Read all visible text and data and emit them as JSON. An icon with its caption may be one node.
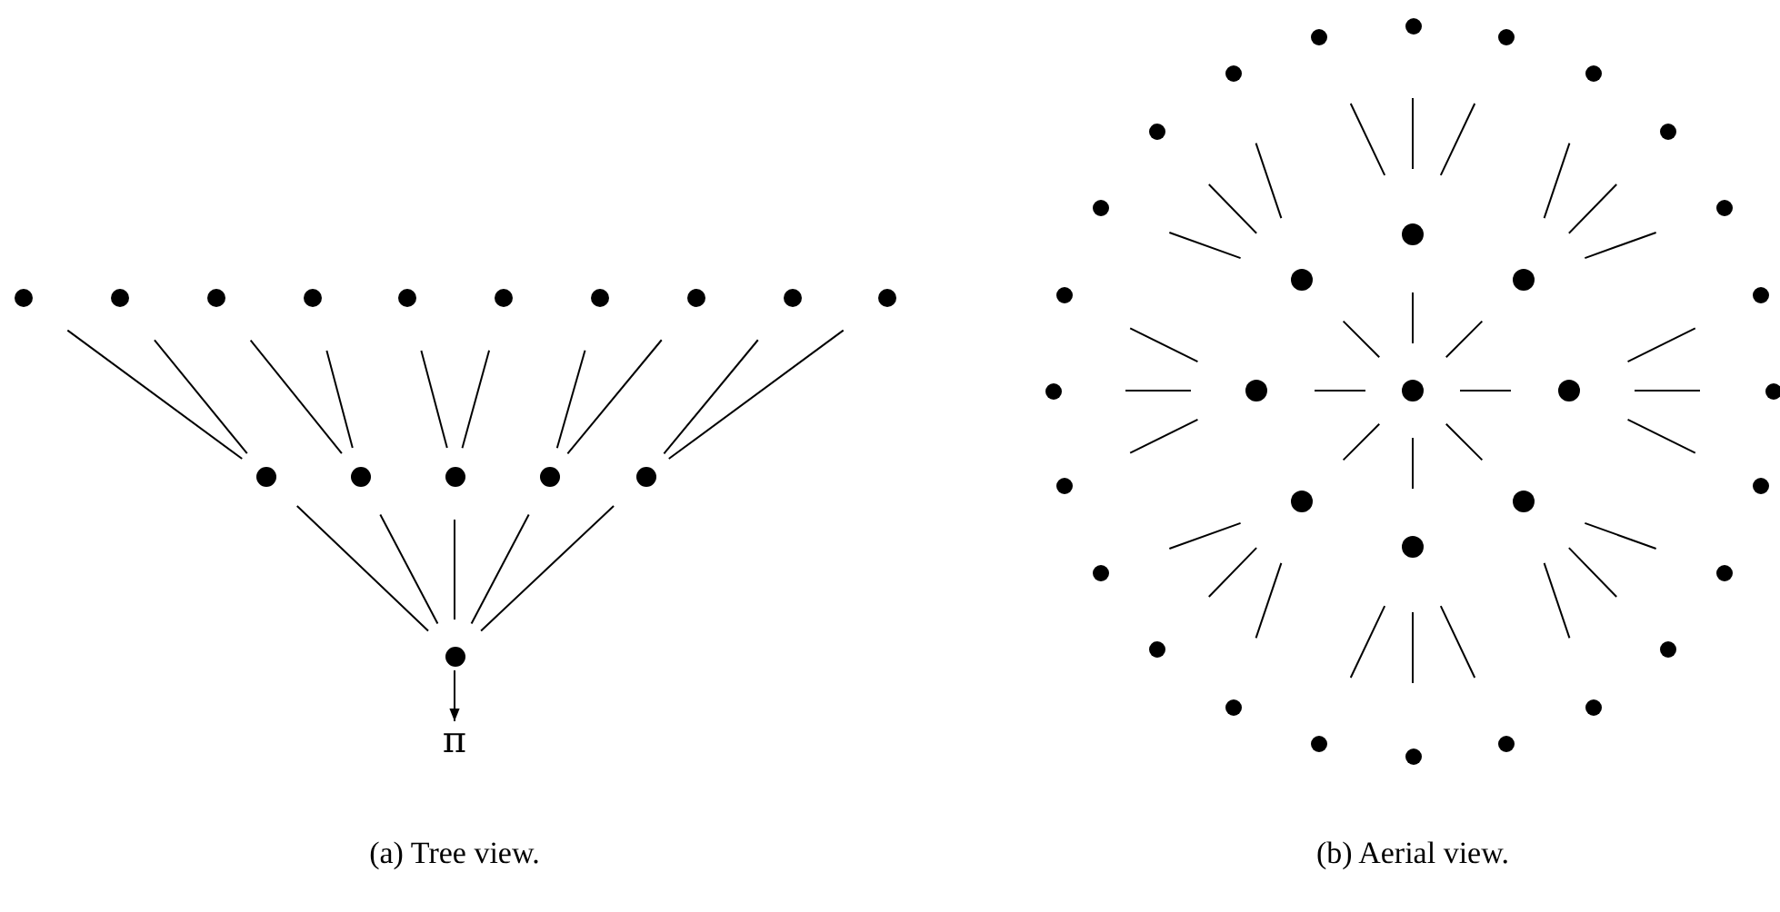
{
  "diagram": {
    "nodes": [
      {
        "text": [],
        "shape": "circle"
      },
      {
        "text": [],
        "shape": "circle"
      },
      {
        "text": [],
        "shape": "circle"
      },
      {
        "text": [],
        "shape": "circle"
      },
      {
        "text": [],
        "shape": "circle"
      },
      {
        "text": [],
        "shape": "circle"
      },
      {
        "text": [],
        "shape": "circle"
      },
      {
        "text": [],
        "shape": "circle"
      },
      {
        "text": [],
        "shape": "circle"
      },
      {
        "text": [],
        "shape": "circle"
      },
      {
        "text": [],
        "shape": "circle"
      },
      {
        "text": [],
        "shape": "circle"
      },
      {
        "text": [],
        "shape": "circle"
      },
      {
        "text": [],
        "shape": "circle"
      },
      {
        "text": [],
        "shape": "circle"
      },
      {
        "text": [],
        "shape": "circle"
      },
      {
        "text": [
          "π"
        ]
      },
      {
        "text": [],
        "shape": "circle"
      },
      {
        "text": [],
        "shape": "circle"
      },
      {
        "text": [],
        "shape": "circle"
      },
      {
        "text": [],
        "shape": "circle"
      },
      {
        "text": [],
        "shape": "circle"
      },
      {
        "text": [],
        "shape": "circle"
      },
      {
        "text": [],
        "shape": "circle"
      },
      {
        "text": [],
        "shape": "circle"
      },
      {
        "text": [],
        "shape": "circle"
      },
      {
        "text": [],
        "shape": "circle"
      },
      {
        "text": [],
        "shape": "circle"
      },
      {
        "text": [],
        "shape": "circle"
      },
      {
        "text": [],
        "shape": "circle"
      },
      {
        "text": [],
        "shape": "circle"
      },
      {
        "text": [],
        "shape": "circle"
      },
      {
        "text": [],
        "shape": "circle"
      },
      {
        "text": [],
        "shape": "circle"
      },
      {
        "text": [],
        "shape": "circle"
      },
      {
        "text": [],
        "shape": "circle"
      },
      {
        "text": [],
        "shape": "circle"
      },
      {
        "text": [],
        "shape": "circle"
      },
      {
        "text": [],
        "shape": "circle"
      },
      {
        "text": [],
        "shape": "circle"
      },
      {
        "text": [],
        "shape": "circle"
      },
      {
        "text": [],
        "shape": "circle"
      },
      {
        "text": [],
        "shape": "circle"
      },
      {
        "text": [],
        "shape": "circle"
      },
      {
        "text": [],
        "shape": "circle"
      },
      {
        "text": [],
        "shape": "circle"
      },
      {
        "text": [],
        "shape": "circle"
      },
      {
        "text": [],
        "shape": "circle"
      },
      {
        "text": [],
        "shape": "circle"
      },
      {
        "text": [],
        "shape": "circle"
      }
    ],
    "edges": [
      {
        "from": 10,
        "to": 0,
        "arrow": "none"
      },
      {
        "from": 10,
        "to": 1,
        "arrow": "none"
      },
      {
        "from": 11,
        "to": 2,
        "arrow": "none"
      },
      {
        "from": 11,
        "to": 3,
        "arrow": "none"
      },
      {
        "from": 12,
        "to": 4,
        "arrow": "none"
      },
      {
        "from": 12,
        "to": 5,
        "arrow": "none"
      },
      {
        "from": 13,
        "to": 6,
        "arrow": "none"
      },
      {
        "from": 13,
        "to": 7,
        "arrow": "none"
      },
      {
        "from": 14,
        "to": 8,
        "arrow": "none"
      },
      {
        "from": 14,
        "to": 9,
        "arrow": "none"
      },
      {
        "from": 15,
        "to": 10,
        "arrow": "none"
      },
      {
        "from": 15,
        "to": 11,
        "arrow": "none"
      },
      {
        "from": 15,
        "to": 12,
        "arrow": "none"
      },
      {
        "from": 15,
        "to": 13,
        "arrow": "none"
      },
      {
        "from": 15,
        "to": 14,
        "arrow": "none"
      },
      {
        "from": 15,
        "to": 16,
        "arrow": "to"
      },
      {
        "from": 17,
        "to": 18,
        "arrow": "none"
      },
      {
        "from": 17,
        "to": 19,
        "arrow": "none"
      },
      {
        "from": 17,
        "to": 20,
        "arrow": "none"
      },
      {
        "from": 17,
        "to": 21,
        "arrow": "none"
      },
      {
        "from": 17,
        "to": 22,
        "arrow": "none"
      },
      {
        "from": 17,
        "to": 23,
        "arrow": "none"
      },
      {
        "from": 17,
        "to": 24,
        "arrow": "none"
      },
      {
        "from": 17,
        "to": 25,
        "arrow": "none"
      },
      {
        "from": 18,
        "to": 49,
        "arrow": "none"
      },
      {
        "from": 18,
        "to": 26,
        "arrow": "none"
      },
      {
        "from": 18,
        "to": 27,
        "arrow": "none"
      },
      {
        "from": 19,
        "to": 28,
        "arrow": "none"
      },
      {
        "from": 19,
        "to": 29,
        "arrow": "none"
      },
      {
        "from": 19,
        "to": 30,
        "arrow": "none"
      },
      {
        "from": 20,
        "to": 31,
        "arrow": "none"
      },
      {
        "from": 20,
        "to": 32,
        "arrow": "none"
      },
      {
        "from": 20,
        "to": 33,
        "arrow": "none"
      },
      {
        "from": 21,
        "to": 34,
        "arrow": "none"
      },
      {
        "from": 21,
        "to": 35,
        "arrow": "none"
      },
      {
        "from": 21,
        "to": 36,
        "arrow": "none"
      },
      {
        "from": 22,
        "to": 37,
        "arrow": "none"
      },
      {
        "from": 22,
        "to": 38,
        "arrow": "none"
      },
      {
        "from": 22,
        "to": 39,
        "arrow": "none"
      },
      {
        "from": 23,
        "to": 40,
        "arrow": "none"
      },
      {
        "from": 23,
        "to": 41,
        "arrow": "none"
      },
      {
        "from": 23,
        "to": 42,
        "arrow": "none"
      },
      {
        "from": 24,
        "to": 43,
        "arrow": "none"
      },
      {
        "from": 24,
        "to": 44,
        "arrow": "none"
      },
      {
        "from": 24,
        "to": 45,
        "arrow": "none"
      },
      {
        "from": 25,
        "to": 46,
        "arrow": "none"
      },
      {
        "from": 25,
        "to": 47,
        "arrow": "none"
      },
      {
        "from": 25,
        "to": 48,
        "arrow": "none"
      }
    ],
    "labels": [
      "(a) Tree view.",
      "(b) Aerial view."
    ]
  }
}
